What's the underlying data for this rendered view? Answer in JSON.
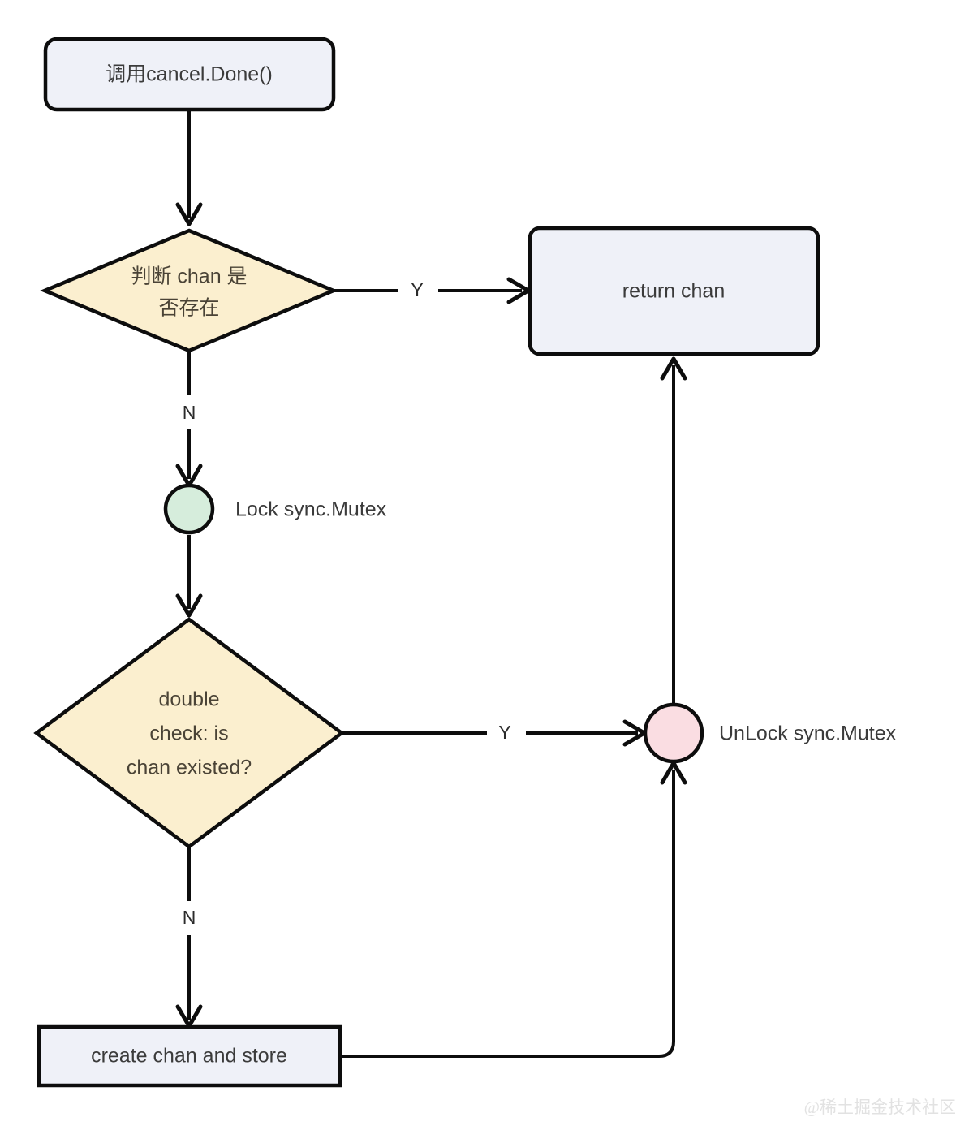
{
  "diagram": {
    "title": "cancel.Done() chan lazy-init flow",
    "colors": {
      "box_fill": "#EFF1F8",
      "decision_fill": "#FBEFCF",
      "lock_fill": "#D6EDDC",
      "unlock_fill": "#FADDE2",
      "stroke": "#0D0D0D",
      "text": "#3B3B3B",
      "watermark": "#E2E2E2",
      "background": "#FFFFFF"
    },
    "nodes": [
      {
        "id": "start",
        "shape": "rounded-rect",
        "label": "调用cancel.Done()",
        "fill": "#EFF1F8"
      },
      {
        "id": "chan-exists-decision",
        "shape": "diamond",
        "label_lines": [
          "判断 chan 是",
          "否存在"
        ],
        "fill": "#FBEFCF"
      },
      {
        "id": "return-chan",
        "shape": "rounded-rect",
        "label": "return chan",
        "fill": "#EFF1F8"
      },
      {
        "id": "lock-mutex",
        "shape": "circle",
        "label": "Lock  sync.Mutex",
        "fill": "#D6EDDC"
      },
      {
        "id": "double-check-decision",
        "shape": "diamond",
        "label_lines": [
          "double",
          "check: is",
          "chan existed?"
        ],
        "fill": "#FBEFCF"
      },
      {
        "id": "unlock-mutex",
        "shape": "circle",
        "label": "UnLock  sync.Mutex",
        "fill": "#FADDE2"
      },
      {
        "id": "create-chan",
        "shape": "rect",
        "label": "create chan and store",
        "fill": "#EFF1F8"
      }
    ],
    "edges": [
      {
        "id": "start-to-decision1",
        "from": "start",
        "to": "chan-exists-decision",
        "label": ""
      },
      {
        "id": "decision1-yes",
        "from": "chan-exists-decision",
        "to": "return-chan",
        "label": "Y"
      },
      {
        "id": "decision1-no",
        "from": "chan-exists-decision",
        "to": "lock-mutex",
        "label": "N"
      },
      {
        "id": "lock-to-decision2",
        "from": "lock-mutex",
        "to": "double-check-decision",
        "label": ""
      },
      {
        "id": "decision2-yes",
        "from": "double-check-decision",
        "to": "unlock-mutex",
        "label": "Y"
      },
      {
        "id": "decision2-no",
        "from": "double-check-decision",
        "to": "create-chan",
        "label": "N"
      },
      {
        "id": "create-to-unlock",
        "from": "create-chan",
        "to": "unlock-mutex",
        "label": ""
      },
      {
        "id": "unlock-to-return",
        "from": "unlock-mutex",
        "to": "return-chan",
        "label": ""
      }
    ]
  },
  "watermark": {
    "text": "@稀土掘金技术社区"
  }
}
